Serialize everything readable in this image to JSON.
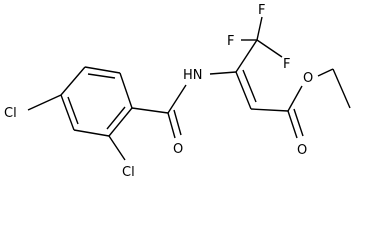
{
  "atoms": {
    "f_top": "F",
    "f_left": "F",
    "f_right": "F",
    "nh": "HN",
    "o_ester": "O",
    "o_ester_carbonyl": "O",
    "o_amide": "O",
    "cl_para": "Cl",
    "cl_ortho": "Cl"
  }
}
